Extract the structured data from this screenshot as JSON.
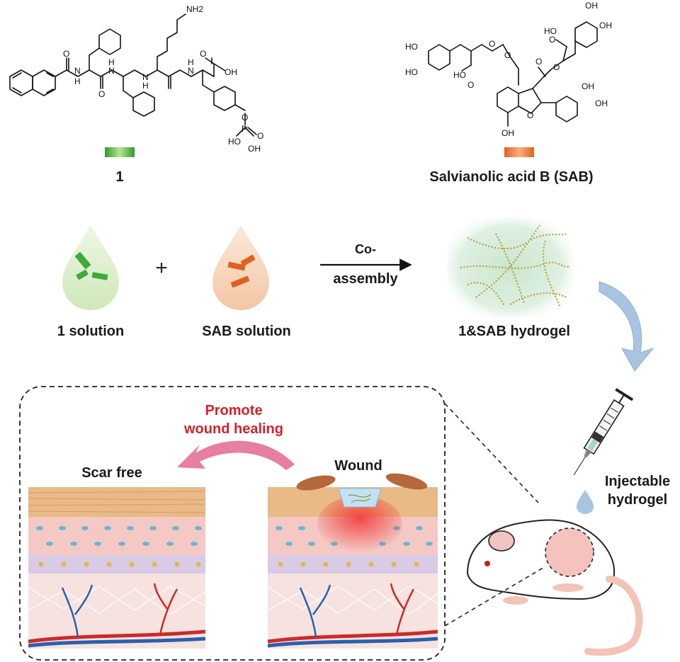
{
  "molecule_1": {
    "label": "1",
    "swatch_color": "#3fae3b",
    "atoms": {
      "nh2": "NH2",
      "oh_acid": "OH",
      "o_acid": "O",
      "o_amide1": "O",
      "o_amide2": "O",
      "nh_a": "H",
      "n_a": "N",
      "nh_b": "H",
      "n_b": "N",
      "nh_c": "H",
      "n_c": "N",
      "nh_d": "H",
      "n_d": "N",
      "phos_o": "O",
      "phos_p": "P",
      "phos_ho1": "HO",
      "phos_oh2": "OH",
      "phos_o2": "O"
    }
  },
  "molecule_sab": {
    "label": "Salvianolic acid B (SAB)",
    "swatch_color": "#e8702a",
    "atoms": {
      "ho1": "HO",
      "ho2": "HO",
      "ho3": "HO",
      "oh_top1": "OH",
      "oh_top2": "OH",
      "ho_acid": "HO",
      "oh_right1": "OH",
      "oh_right2": "OH",
      "oh_bottom": "OH",
      "o_ring": "O",
      "o1": "O",
      "o2": "O",
      "o3": "O",
      "o4": "O",
      "o5": "O",
      "o6": "O"
    }
  },
  "assembly": {
    "solution1_label": "1 solution",
    "plus": "+",
    "sab_solution_label": "SAB solution",
    "arrow_label_line1": "Co-",
    "arrow_label_line2": "assembly",
    "hydrogel_label": "1&SAB hydrogel"
  },
  "application": {
    "injectable_line1": "Injectable",
    "injectable_line2": "hydrogel",
    "promote_line1": "Promote",
    "promote_line2": "wound healing",
    "promote_color": "#d8202a",
    "scar_free_label": "Scar free",
    "wound_label": "Wound"
  },
  "colors": {
    "green_drop": "#d8ecc6",
    "orange_drop": "#f7d9c3",
    "arrow_blue": "#a9c4e0",
    "heal_arrow": "#e77fa0",
    "skin_top": "#e9b986",
    "cell_pink": "#f4c9c4",
    "cell_purple": "#d9cbe6",
    "dermis": "#f6dedc",
    "vessel_red": "#cc2a2a",
    "vessel_blue": "#2b5fae"
  }
}
